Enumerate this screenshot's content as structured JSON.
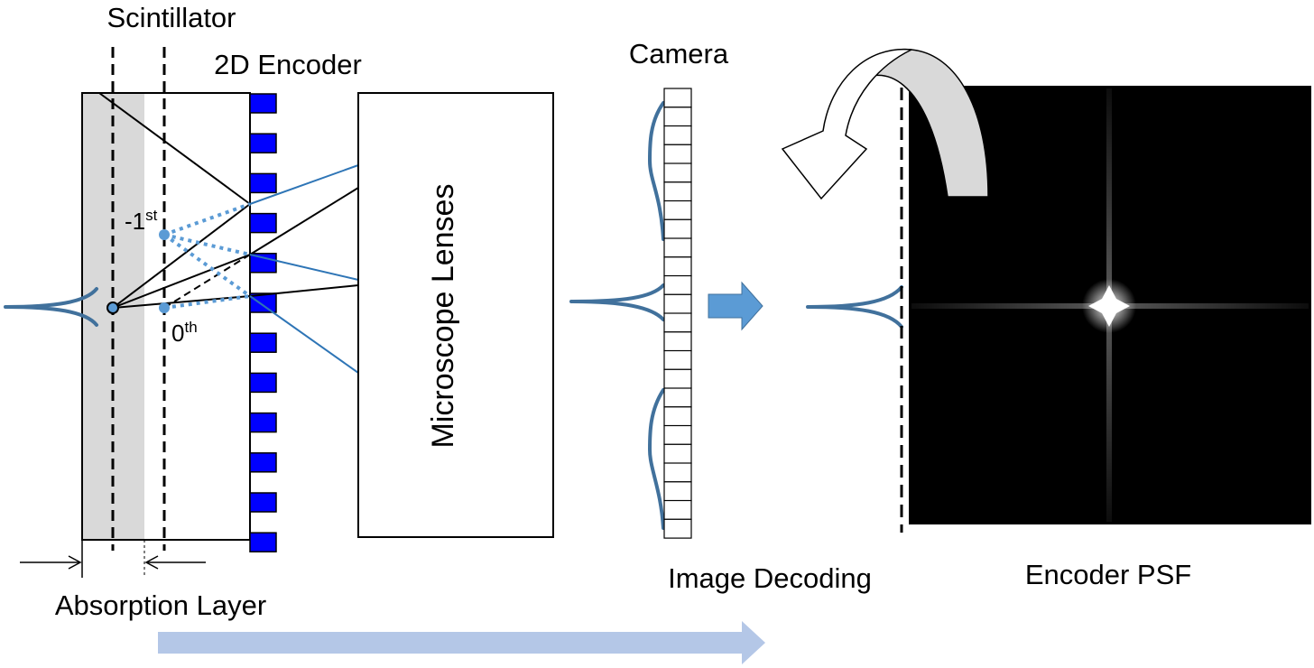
{
  "labels": {
    "scintillator": "Scintillator",
    "encoder_2d": "2D Encoder",
    "camera": "Camera",
    "microscope_lenses": "Microscope Lenses",
    "order_minus1_base": "-1",
    "order_minus1_sup": "st",
    "order_0_base": "0",
    "order_0_sup": "th",
    "absorption_layer": "Absorption Layer",
    "image_decoding": "Image Decoding",
    "encoder_psf": "Encoder PSF"
  },
  "colors": {
    "absorption_layer_fill": "#d9d9d9",
    "encoder_block": "#0000ff",
    "profile_curve": "#41719c",
    "order_dots": "#5b9bd5",
    "ray_blue": "#2e75b6",
    "ray_black": "#000000",
    "arrow_flow": "#b4c7e7",
    "arrow_decode": "#5b9bd5",
    "psf_background": "#000000",
    "curved_arrow_fill": "#d9d9d9"
  },
  "encoder": {
    "block_count": 12
  },
  "camera": {
    "pixel_count": 24
  }
}
